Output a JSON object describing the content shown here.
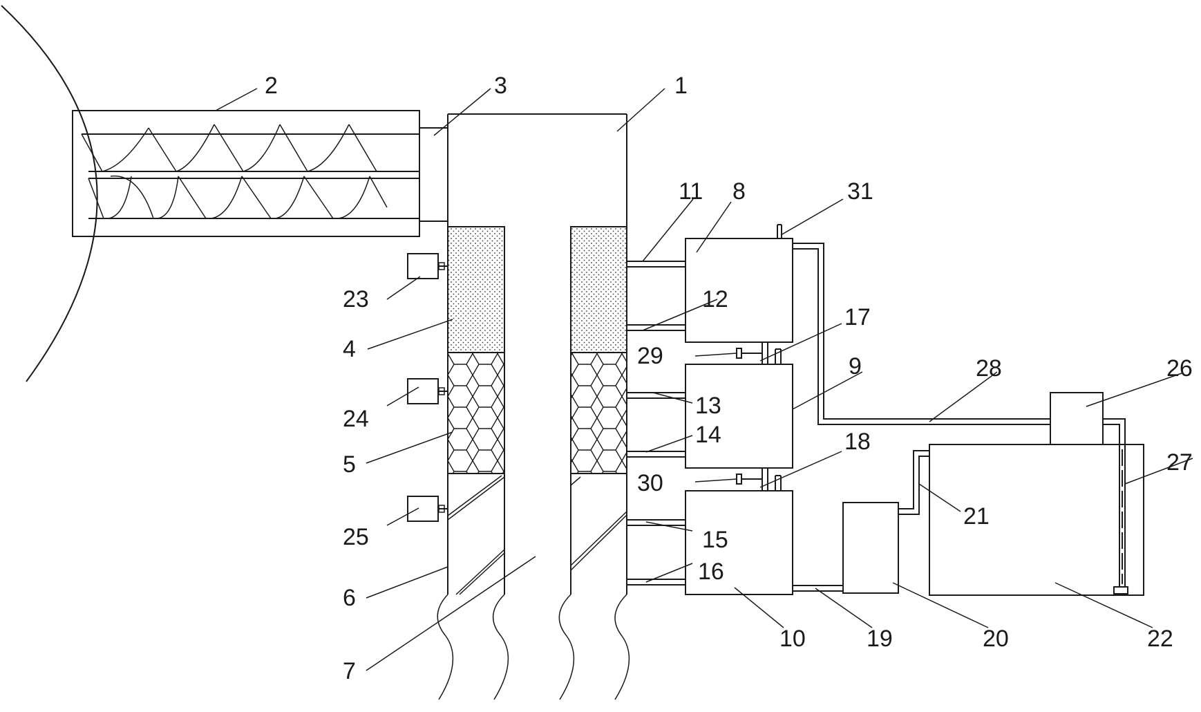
{
  "labels": {
    "n1": "1",
    "n2": "2",
    "n3": "3",
    "n4": "4",
    "n5": "5",
    "n6": "6",
    "n7": "7",
    "n8": "8",
    "n9": "9",
    "n10": "10",
    "n11": "11",
    "n12": "12",
    "n13": "13",
    "n14": "14",
    "n15": "15",
    "n16": "16",
    "n17": "17",
    "n18": "18",
    "n19": "19",
    "n20": "20",
    "n21": "21",
    "n22": "22",
    "n23": "23",
    "n24": "24",
    "n25": "25",
    "n26": "26",
    "n27": "27",
    "n28": "28",
    "n29": "29",
    "n30": "30",
    "n31": "31"
  },
  "colors": {
    "line": "#1a1a1a",
    "background": "#ffffff"
  }
}
